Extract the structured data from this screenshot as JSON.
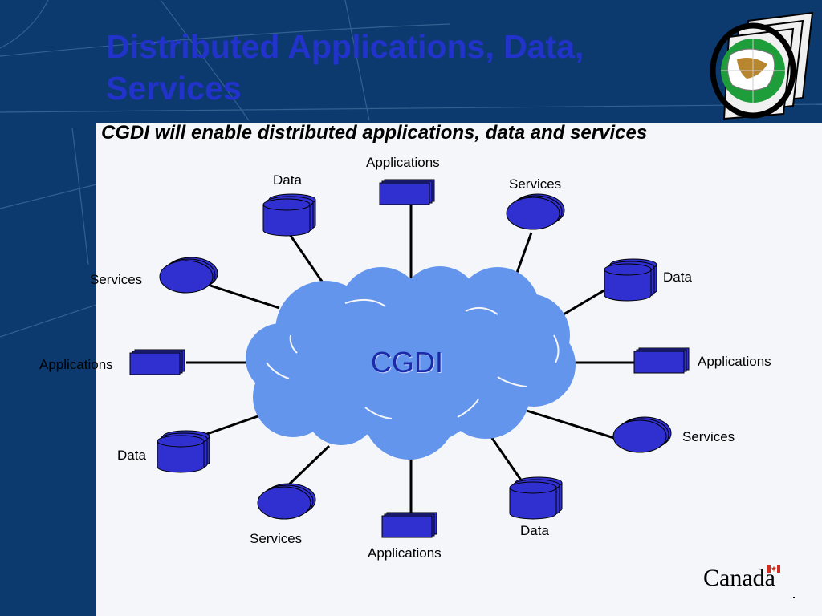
{
  "slide": {
    "title": "Distributed Applications, Data, Services",
    "subtitle": "CGDI will enable distributed applications, data and services"
  },
  "diagram": {
    "hub": "CGDI",
    "nodes": [
      {
        "id": "node-applications-top",
        "type": "applications",
        "label": "Applications"
      },
      {
        "id": "node-services-top-right",
        "type": "services",
        "label": "Services"
      },
      {
        "id": "node-data-right-upper",
        "type": "data",
        "label": "Data"
      },
      {
        "id": "node-applications-right",
        "type": "applications",
        "label": "Applications"
      },
      {
        "id": "node-services-right-lower",
        "type": "services",
        "label": "Services"
      },
      {
        "id": "node-data-bottom-right",
        "type": "data",
        "label": "Data"
      },
      {
        "id": "node-applications-bottom",
        "type": "applications",
        "label": "Applications"
      },
      {
        "id": "node-services-bottom-left",
        "type": "services",
        "label": "Services"
      },
      {
        "id": "node-data-left-lower",
        "type": "data",
        "label": "Data"
      },
      {
        "id": "node-applications-left",
        "type": "applications",
        "label": "Applications"
      },
      {
        "id": "node-services-left-upper",
        "type": "services",
        "label": "Services"
      },
      {
        "id": "node-data-top-left",
        "type": "data",
        "label": "Data"
      }
    ]
  },
  "footer": {
    "wordmark": "Canada"
  },
  "colors": {
    "header_bg": "#0c3a6e",
    "title": "#2233cc",
    "cloud": "#6495ed",
    "icon": "#3030d0"
  },
  "icons": {
    "logo": "globe-logo-icon",
    "flag": "canada-flag-icon"
  }
}
